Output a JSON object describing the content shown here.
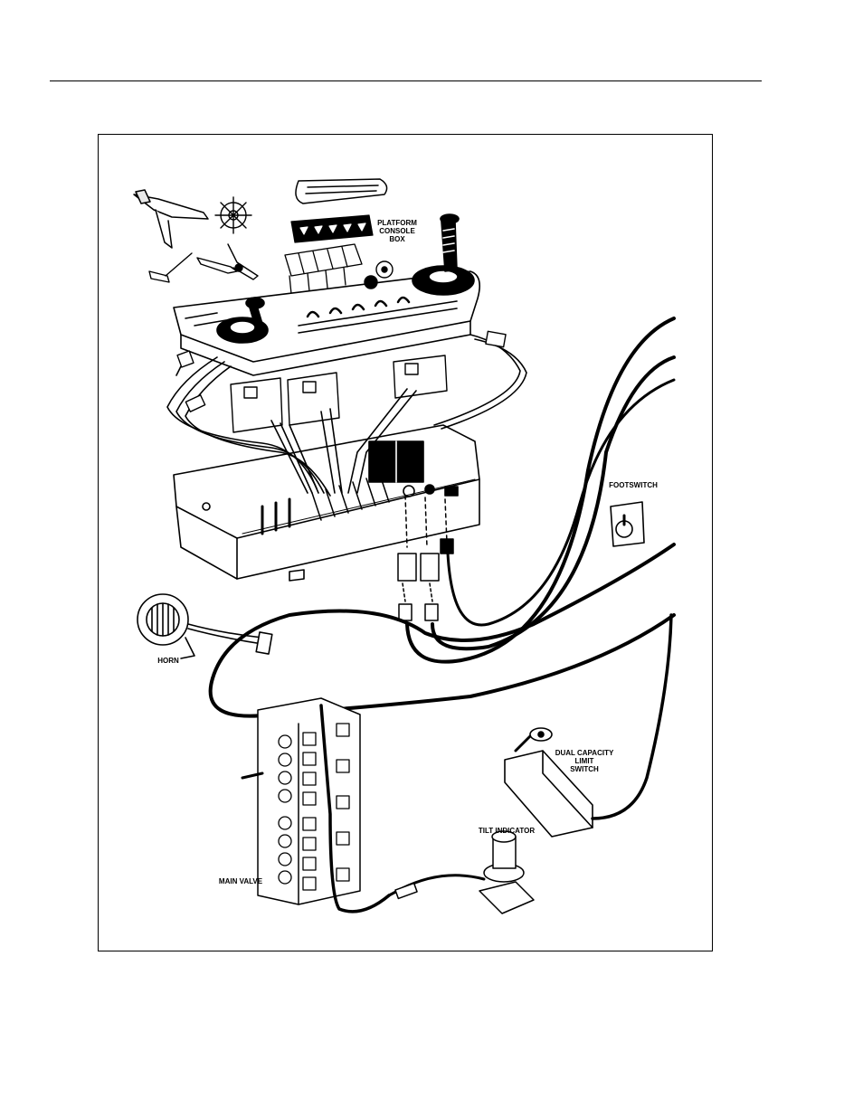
{
  "labels": {
    "platform_console_box": "PLATFORM\nCONSOLE\nBOX",
    "footswitch": "FOOTSWITCH",
    "horn": "HORN",
    "dual_capacity_limit_switch": "DUAL CAPACITY\nLIMIT\nSWITCH",
    "tilt_indicator": "TILT INDICATOR",
    "main_valve": "MAIN VALVE"
  },
  "colors": {
    "ink": "#000000",
    "paper": "#ffffff",
    "shade": "#e8e8e8"
  }
}
